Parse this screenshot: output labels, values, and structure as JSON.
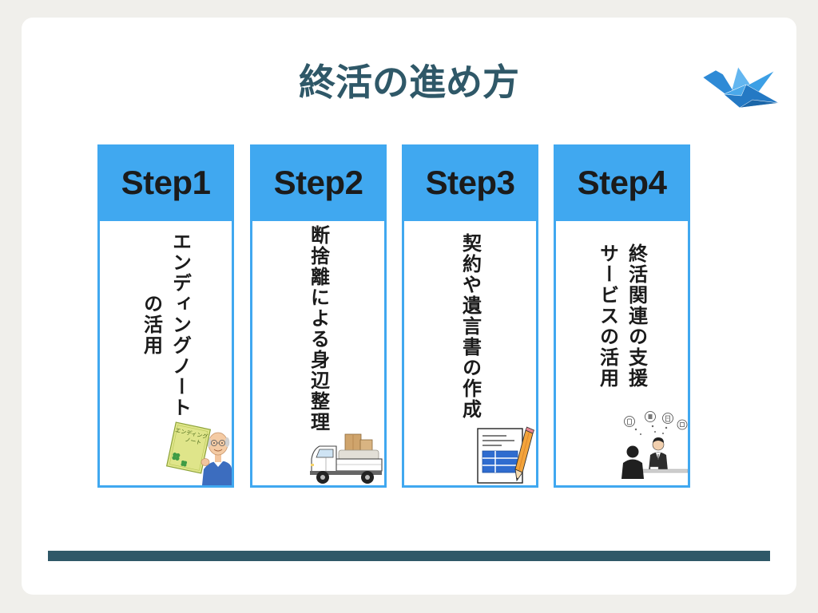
{
  "colors": {
    "page_bg": "#f0efeb",
    "card_bg": "#ffffff",
    "title_teal": "#2f5868",
    "accent_blue": "#40a8f0",
    "step_text": "#1b1b1b",
    "footer_bar": "#2f5868"
  },
  "slide": {
    "title": "終活の進め方",
    "corner_icon": "paper-crane-icon"
  },
  "steps": [
    {
      "label": "Step1",
      "lines": [
        "エンディングノート",
        "の活用"
      ],
      "icon": "ending-note-icon"
    },
    {
      "label": "Step2",
      "lines": [
        "断捨離による身辺整理"
      ],
      "icon": "moving-truck-icon"
    },
    {
      "label": "Step3",
      "lines": [
        "契約や遺言書の作成"
      ],
      "icon": "document-pencil-icon"
    },
    {
      "label": "Step4",
      "lines": [
        "終活関連の支援",
        "サービスの活用"
      ],
      "icon": "consultation-icon"
    }
  ],
  "illustration_text": {
    "book_cover": [
      "エンディング",
      "ノート"
    ]
  }
}
